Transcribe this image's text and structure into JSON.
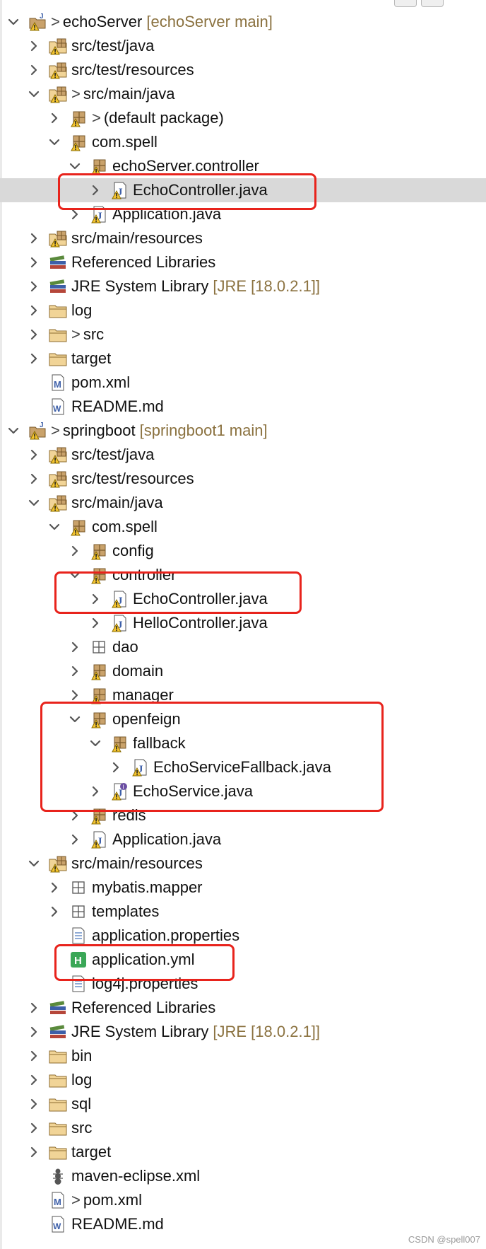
{
  "colors": {
    "selection_bg": "#d9d9d9",
    "highlight_border": "#e8231c",
    "decoration_text": "#8b7240"
  },
  "tree": [
    {
      "label": "echoServer",
      "prefix": ">",
      "decoration": "[echoServer main]",
      "icon": "project-icon",
      "chevron": "down",
      "depth": 0,
      "name": "project-echoserver"
    },
    {
      "label": "src/test/java",
      "icon": "source-folder-icon",
      "chevron": "right",
      "depth": 1,
      "name": "tree-item-src-test-java"
    },
    {
      "label": "src/test/resources",
      "icon": "source-folder-icon",
      "chevron": "right",
      "depth": 1,
      "name": "tree-item-src-test-resources"
    },
    {
      "label": "src/main/java",
      "prefix": ">",
      "icon": "source-folder-icon",
      "chevron": "down",
      "depth": 1,
      "name": "tree-item-src-main-java"
    },
    {
      "label": "(default package)",
      "prefix": ">",
      "icon": "package-icon",
      "chevron": "right",
      "depth": 2,
      "name": "tree-item-default-package"
    },
    {
      "label": "com.spell",
      "icon": "package-icon",
      "chevron": "down",
      "depth": 2,
      "name": "tree-item-com-spell"
    },
    {
      "label": "echoServer.controller",
      "icon": "package-icon",
      "chevron": "down",
      "depth": 3,
      "name": "tree-item-echoserver-controller"
    },
    {
      "label": "EchoController.java",
      "icon": "java-file-icon",
      "chevron": "right",
      "depth": 4,
      "selected": true,
      "name": "tree-item-echocontroller-java"
    },
    {
      "label": "Application.java",
      "icon": "java-file-icon",
      "chevron": "right",
      "depth": 3,
      "name": "tree-item-application-java"
    },
    {
      "label": "src/main/resources",
      "icon": "source-folder-icon",
      "chevron": "right",
      "depth": 1,
      "name": "tree-item-src-main-resources"
    },
    {
      "label": "Referenced Libraries",
      "icon": "library-icon",
      "chevron": "right",
      "depth": 1,
      "name": "tree-item-referenced-libraries"
    },
    {
      "label": "JRE System Library",
      "decoration": "[JRE [18.0.2.1]]",
      "icon": "library-icon",
      "chevron": "right",
      "depth": 1,
      "name": "tree-item-jre-system-library"
    },
    {
      "label": "log",
      "icon": "folder-icon",
      "chevron": "right",
      "depth": 1,
      "name": "tree-item-log"
    },
    {
      "label": "src",
      "prefix": ">",
      "icon": "folder-icon",
      "chevron": "right",
      "depth": 1,
      "name": "tree-item-src"
    },
    {
      "label": "target",
      "icon": "folder-icon",
      "chevron": "right",
      "depth": 1,
      "name": "tree-item-target"
    },
    {
      "label": "pom.xml",
      "icon": "maven-file-icon",
      "chevron": "none",
      "depth": 1,
      "name": "tree-item-pom-xml"
    },
    {
      "label": "README.md",
      "icon": "text-file-icon",
      "chevron": "none",
      "depth": 1,
      "name": "tree-item-readme-md"
    },
    {
      "label": "springboot",
      "prefix": ">",
      "decoration": "[springboot1 main]",
      "icon": "project-icon",
      "chevron": "down",
      "depth": 0,
      "name": "project-springboot"
    },
    {
      "label": "src/test/java",
      "icon": "source-folder-icon",
      "chevron": "right",
      "depth": 1,
      "name": "tree-item-src-test-java"
    },
    {
      "label": "src/test/resources",
      "icon": "source-folder-icon",
      "chevron": "right",
      "depth": 1,
      "name": "tree-item-src-test-resources"
    },
    {
      "label": "src/main/java",
      "icon": "source-folder-icon",
      "chevron": "down",
      "depth": 1,
      "name": "tree-item-src-main-java"
    },
    {
      "label": "com.spell",
      "icon": "package-icon",
      "chevron": "down",
      "depth": 2,
      "name": "tree-item-com-spell"
    },
    {
      "label": "config",
      "icon": "package-icon",
      "chevron": "right",
      "depth": 3,
      "name": "tree-item-config"
    },
    {
      "label": "controller",
      "icon": "package-icon",
      "chevron": "down",
      "depth": 3,
      "name": "tree-item-controller"
    },
    {
      "label": "EchoController.java",
      "icon": "java-file-icon",
      "chevron": "right",
      "depth": 4,
      "name": "tree-item-echocontroller-java"
    },
    {
      "label": "HelloController.java",
      "icon": "java-file-icon",
      "chevron": "right",
      "depth": 4,
      "name": "tree-item-hellocontroller-java"
    },
    {
      "label": "dao",
      "icon": "empty-package-icon",
      "chevron": "right",
      "depth": 3,
      "name": "tree-item-dao"
    },
    {
      "label": "domain",
      "icon": "package-icon",
      "chevron": "right",
      "depth": 3,
      "name": "tree-item-domain"
    },
    {
      "label": "manager",
      "icon": "package-icon",
      "chevron": "right",
      "depth": 3,
      "name": "tree-item-manager"
    },
    {
      "label": "openfeign",
      "icon": "package-icon",
      "chevron": "down",
      "depth": 3,
      "name": "tree-item-openfeign"
    },
    {
      "label": "fallback",
      "icon": "package-icon",
      "chevron": "down",
      "depth": 4,
      "name": "tree-item-fallback"
    },
    {
      "label": "EchoServiceFallback.java",
      "icon": "java-file-icon",
      "chevron": "right",
      "depth": 5,
      "name": "tree-item-echoservicefallback-java"
    },
    {
      "label": "EchoService.java",
      "icon": "interface-file-icon",
      "chevron": "right",
      "depth": 4,
      "name": "tree-item-echoservice-java"
    },
    {
      "label": "redis",
      "icon": "package-icon",
      "chevron": "right",
      "depth": 3,
      "name": "tree-item-redis"
    },
    {
      "label": "Application.java",
      "icon": "java-file-icon",
      "chevron": "right",
      "depth": 3,
      "name": "tree-item-application-java"
    },
    {
      "label": "src/main/resources",
      "icon": "source-folder-icon",
      "chevron": "down",
      "depth": 1,
      "name": "tree-item-src-main-resources"
    },
    {
      "label": "mybatis.mapper",
      "icon": "empty-package-icon",
      "chevron": "right",
      "depth": 2,
      "name": "tree-item-mybatis-mapper"
    },
    {
      "label": "templates",
      "icon": "empty-package-icon",
      "chevron": "right",
      "depth": 2,
      "name": "tree-item-templates"
    },
    {
      "label": "application.properties",
      "icon": "properties-file-icon",
      "chevron": "none",
      "depth": 2,
      "name": "tree-item-application-properties"
    },
    {
      "label": "application.yml",
      "icon": "yaml-file-icon",
      "chevron": "none",
      "depth": 2,
      "name": "tree-item-application-yml"
    },
    {
      "label": "log4j.properties",
      "icon": "properties-file-icon",
      "chevron": "none",
      "depth": 2,
      "name": "tree-item-log4j-properties"
    },
    {
      "label": "Referenced Libraries",
      "icon": "library-icon",
      "chevron": "right",
      "depth": 1,
      "name": "tree-item-referenced-libraries"
    },
    {
      "label": "JRE System Library",
      "decoration": "[JRE [18.0.2.1]]",
      "icon": "library-icon",
      "chevron": "right",
      "depth": 1,
      "name": "tree-item-jre-system-library"
    },
    {
      "label": "bin",
      "icon": "folder-icon",
      "chevron": "right",
      "depth": 1,
      "name": "tree-item-bin"
    },
    {
      "label": "log",
      "icon": "folder-icon",
      "chevron": "right",
      "depth": 1,
      "name": "tree-item-log"
    },
    {
      "label": "sql",
      "icon": "folder-icon",
      "chevron": "right",
      "depth": 1,
      "name": "tree-item-sql"
    },
    {
      "label": "src",
      "icon": "folder-icon",
      "chevron": "right",
      "depth": 1,
      "name": "tree-item-src"
    },
    {
      "label": "target",
      "icon": "folder-icon",
      "chevron": "right",
      "depth": 1,
      "name": "tree-item-target"
    },
    {
      "label": "maven-eclipse.xml",
      "icon": "ant-file-icon",
      "chevron": "none",
      "depth": 1,
      "name": "tree-item-maven-eclipse-xml"
    },
    {
      "label": "pom.xml",
      "prefix": ">",
      "icon": "maven-file-icon",
      "chevron": "none",
      "depth": 1,
      "name": "tree-item-pom-xml"
    },
    {
      "label": "README.md",
      "icon": "text-file-icon",
      "chevron": "none",
      "depth": 1,
      "name": "tree-item-readme-md"
    }
  ],
  "watermark": "CSDN @spell007"
}
